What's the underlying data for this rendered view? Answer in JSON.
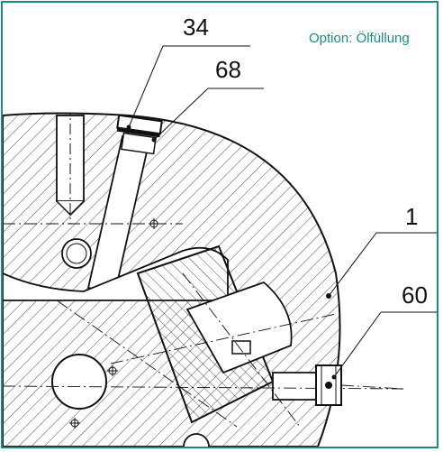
{
  "option_label": "Option: Ölfüllung",
  "callouts": {
    "c34": "34",
    "c68": "68",
    "c1": "1",
    "c60": "60"
  },
  "colors": {
    "frame": "#1f8a83",
    "ink": "#111111",
    "option_text": "#1f8a83"
  }
}
